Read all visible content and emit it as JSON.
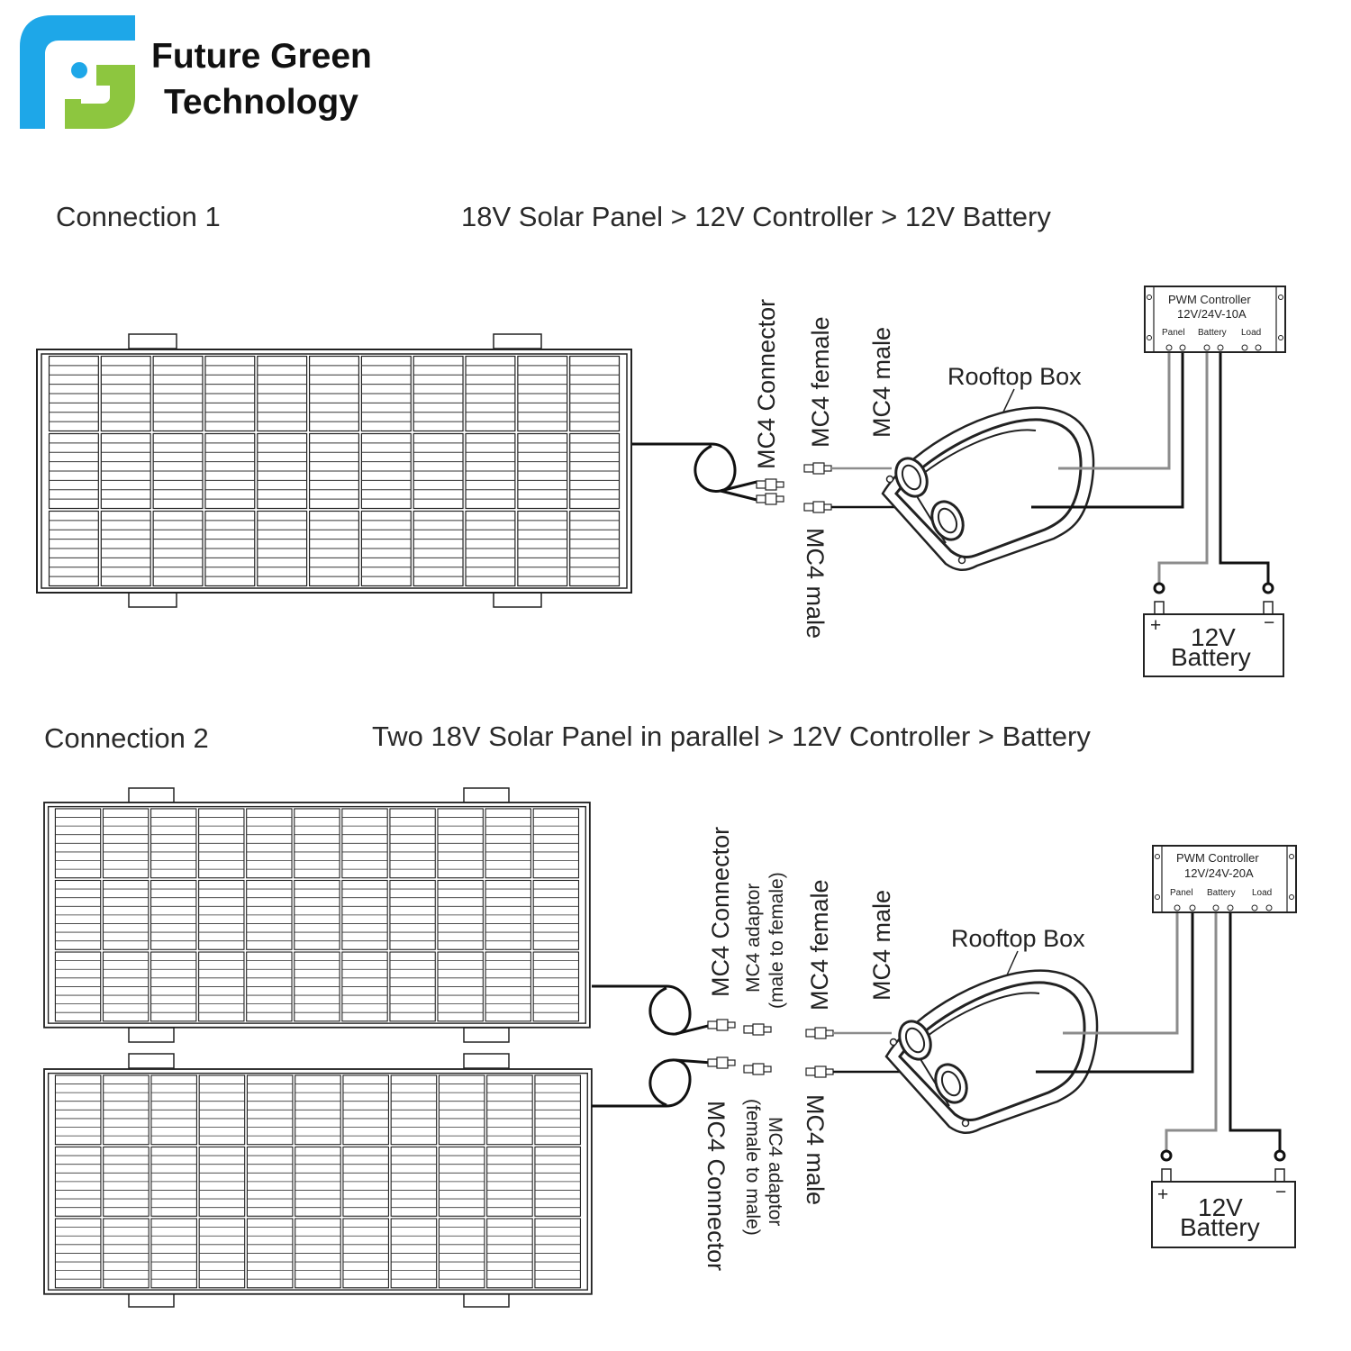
{
  "brand": {
    "line1": "Future Green",
    "line2": "Technology",
    "colors": {
      "blue": "#1ea7e8",
      "green": "#8dc63f"
    }
  },
  "connection1": {
    "heading": "Connection 1",
    "description": "18V Solar Panel  > 12V Controller  > 12V Battery",
    "labels": {
      "mc4_connector": "MC4 Connector",
      "mc4_female": "MC4 female",
      "mc4_male_top": "MC4 male",
      "mc4_male_bottom": "MC4 male",
      "rooftop_box": "Rooftop Box"
    },
    "controller": {
      "title": "PWM Controller",
      "rating": "12V/24V-10A",
      "terminals": [
        "Panel",
        "Battery",
        "Load"
      ]
    },
    "battery": {
      "voltage": "12V",
      "name": "Battery",
      "plus": "+",
      "minus": "−"
    }
  },
  "connection2": {
    "heading": "Connection 2",
    "description": "Two 18V Solar Panel in parallel > 12V Controller > Battery",
    "labels": {
      "mc4_connector_top": "MC4 Connector",
      "mc4_adaptor_top": "MC4 adaptor",
      "mc4_adaptor_top_note": "(male to female)",
      "mc4_female": "MC4 female",
      "mc4_male_top": "MC4 male",
      "rooftop_box": "Rooftop Box",
      "mc4_connector_bottom": "MC4 Connector",
      "mc4_adaptor_bottom": "MC4 adaptor",
      "mc4_adaptor_bottom_note": "(female to male)",
      "mc4_male_bottom": "MC4 male"
    },
    "controller": {
      "title": "PWM Controller",
      "rating": "12V/24V-20A",
      "terminals": [
        "Panel",
        "Battery",
        "Load"
      ]
    },
    "battery": {
      "voltage": "12V",
      "name": "Battery",
      "plus": "+",
      "minus": "−"
    }
  },
  "wire_colors": {
    "positive": "#8c8c8c",
    "negative": "#111111"
  }
}
